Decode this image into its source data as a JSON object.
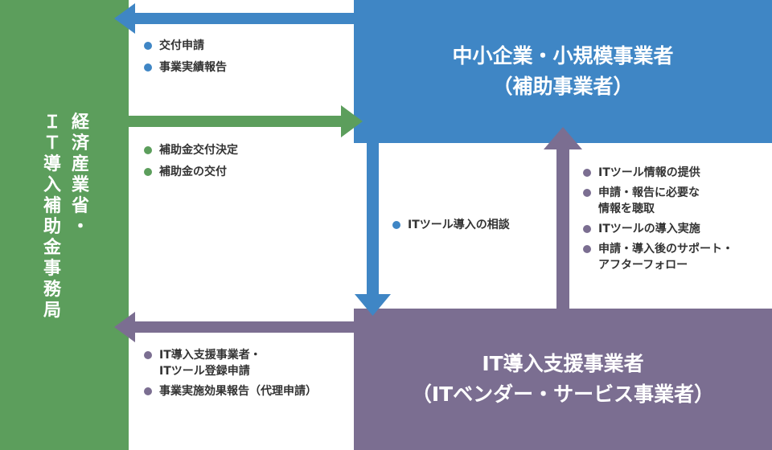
{
  "colors": {
    "green": "#5c9e5c",
    "blue": "#3f86c5",
    "purple": "#7b6e91"
  },
  "ministry": {
    "line1": [
      "経",
      "済",
      "産",
      "業",
      "省",
      "・"
    ],
    "line2": [
      "Ｉ",
      "Ｔ",
      "導",
      "入",
      "補",
      "助",
      "金",
      "事",
      "務",
      "局"
    ]
  },
  "sme": {
    "line1": "中小企業・小規模事業者",
    "line2": "（補助事業者）"
  },
  "vendor": {
    "line1": "IT導入支援事業者",
    "line2": "（ITベンダー・サービス事業者）"
  },
  "sme_to_ministry": [
    "交付申請",
    "事業実績報告"
  ],
  "ministry_to_sme": [
    "補助金交付決定",
    "補助金の交付"
  ],
  "sme_to_vendor": [
    "ITツール導入の相談"
  ],
  "vendor_to_sme": [
    [
      "ITツール情報の提供"
    ],
    [
      "申請・報告に必要な",
      "情報を聴取"
    ],
    [
      "ITツールの導入実施"
    ],
    [
      "申請・導入後のサポート・",
      "アフターフォロー"
    ]
  ],
  "vendor_to_ministry": [
    [
      "IT導入支援事業者・",
      "ITツール登録申請"
    ],
    [
      "事業実施効果報告（代理申請）"
    ]
  ]
}
